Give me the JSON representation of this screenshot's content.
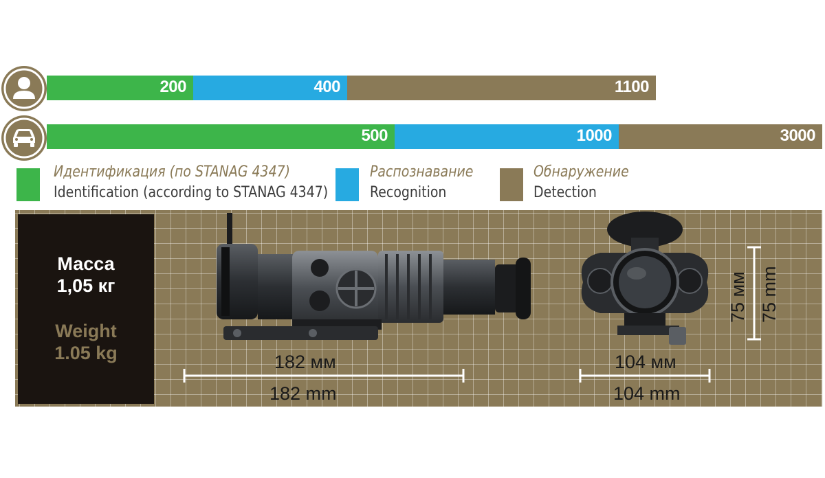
{
  "ranges": {
    "person": {
      "icon": "person-icon",
      "segments": [
        {
          "label": "200",
          "value": 200,
          "color": "#3db54a"
        },
        {
          "label": "400",
          "value": 400,
          "color": "#27aae1"
        },
        {
          "label": "1100",
          "value": 1100,
          "color": "#8a7a57"
        }
      ]
    },
    "vehicle": {
      "icon": "car-icon",
      "segments": [
        {
          "label": "500",
          "value": 500,
          "color": "#3db54a"
        },
        {
          "label": "1000",
          "value": 1000,
          "color": "#27aae1"
        },
        {
          "label": "3000",
          "value": 3000,
          "color": "#8a7a57"
        }
      ]
    }
  },
  "legend": [
    {
      "ru": "Идентификация (по STANAG 4347)",
      "en": "Identification (according to STANAG 4347)",
      "color": "#3db54a"
    },
    {
      "ru": "Распознавание",
      "en": "Recognition",
      "color": "#27aae1"
    },
    {
      "ru": "Обнаружение",
      "en": "Detection",
      "color": "#8a7a57"
    }
  ],
  "weight": {
    "ru_line1": "Масса",
    "ru_line2": "1,05 кг",
    "en_line1": "Weight",
    "en_line2": "1.05 kg"
  },
  "dimensions": {
    "length_ru": "182 мм",
    "length_en": "182 mm",
    "width_ru": "104 мм",
    "width_en": "104 mm",
    "height_ru": "75 мм",
    "height_en": "75 mm"
  }
}
